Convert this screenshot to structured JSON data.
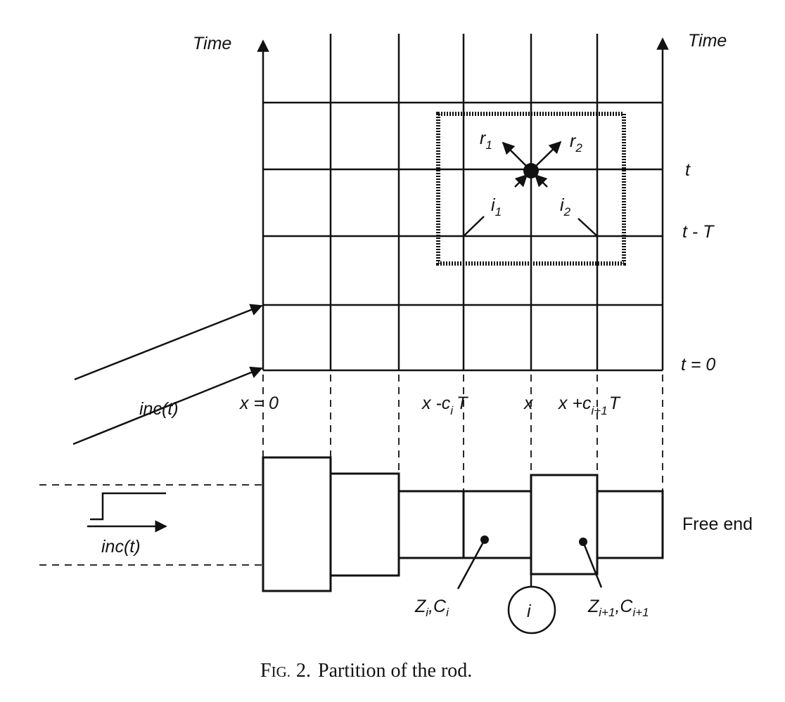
{
  "axes": {
    "left_label": "Time",
    "right_label": "Time",
    "time_labels": [
      "t",
      "t - T",
      "t = 0"
    ]
  },
  "positions": {
    "x0": "x = 0",
    "x_minus": {
      "main": "x -c",
      "sub": "i",
      "tail": "T"
    },
    "x": "x",
    "x_plus": {
      "main": "x +c",
      "sub": "i+1",
      "tail": "T"
    }
  },
  "waves": {
    "reflected": [
      {
        "main": "r",
        "sub": "1"
      },
      {
        "main": "r",
        "sub": "2"
      }
    ],
    "incident": [
      {
        "main": "i",
        "sub": "1"
      },
      {
        "main": "i",
        "sub": "2"
      }
    ],
    "input_label": "inc(t)"
  },
  "rod": {
    "free_end_label": "Free end",
    "step_input_label": "inc(t)",
    "segment_left": {
      "z": "Z",
      "z_sub": "i",
      "c": "C",
      "c_sub": "i"
    },
    "segment_right": {
      "z": "Z",
      "z_sub": "i+1",
      "c": "C",
      "c_sub": "i+1"
    },
    "junction_label": "i"
  },
  "caption": {
    "fig_f": "F",
    "fig_rest": "IG.",
    "number": "2.",
    "text": "Partition of the rod."
  }
}
